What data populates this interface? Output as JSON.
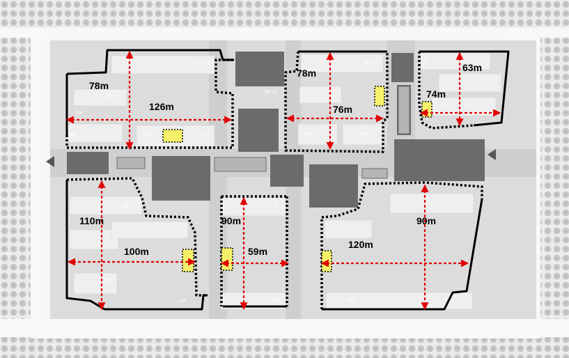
{
  "colors": {
    "measure_line": "#e00000",
    "block_fill": "#6b6b6b",
    "highlight": "#f4f06a",
    "boundary": "#000000",
    "ground": "#d9d9d9",
    "road": "#f4f4f4"
  },
  "dimensions": {
    "nw_width": "126m",
    "nw_height": "78m",
    "nc_height": "78m",
    "nc_width": "76m",
    "ne_height": "63m",
    "ne_width": "74m",
    "sw_height": "110m",
    "sw_width": "100m",
    "sc_height": "90m",
    "sc_width": "59m",
    "se_width": "120m",
    "se_height": "90m"
  },
  "floor_labels": {
    "nw_top": "22F+2",
    "nw_mid": "18F+2",
    "nw_low_left": "20F",
    "nw_low_mid": "20F+1",
    "nw_low_right": "20F+1",
    "nw_left": "20F",
    "nc_top": "22F+2",
    "nc_mid": "19F+2",
    "nc_low_left": "20F+1",
    "nc_low_right": "20F+1",
    "ne_top": "1F",
    "ne_mid": "22F+2",
    "ne_low": "1F",
    "sw_top": "18F",
    "sw_mid": "1F",
    "sw_low_right": "19F",
    "sw_low_left": "18F",
    "sc_top": "1F",
    "sc_low": "18F",
    "se_top": "1F",
    "se_low": "19F"
  }
}
